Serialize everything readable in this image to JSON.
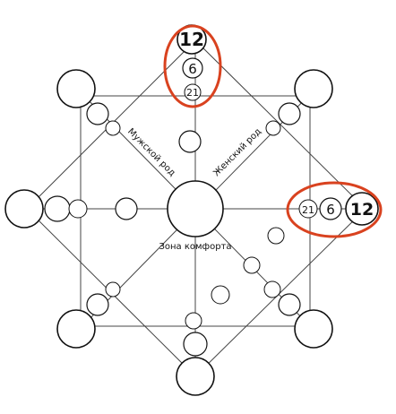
{
  "labels": {
    "top_big": "12",
    "top_mid": "6",
    "top_small": "21",
    "right_big": "12",
    "right_mid": "6",
    "right_small": "21",
    "male": "Мужской род",
    "female": "Женский род",
    "center": "Зона комфорта"
  },
  "colors": {
    "highlight": "#d9421f",
    "stroke": "#111111",
    "background": "#ffffff"
  }
}
